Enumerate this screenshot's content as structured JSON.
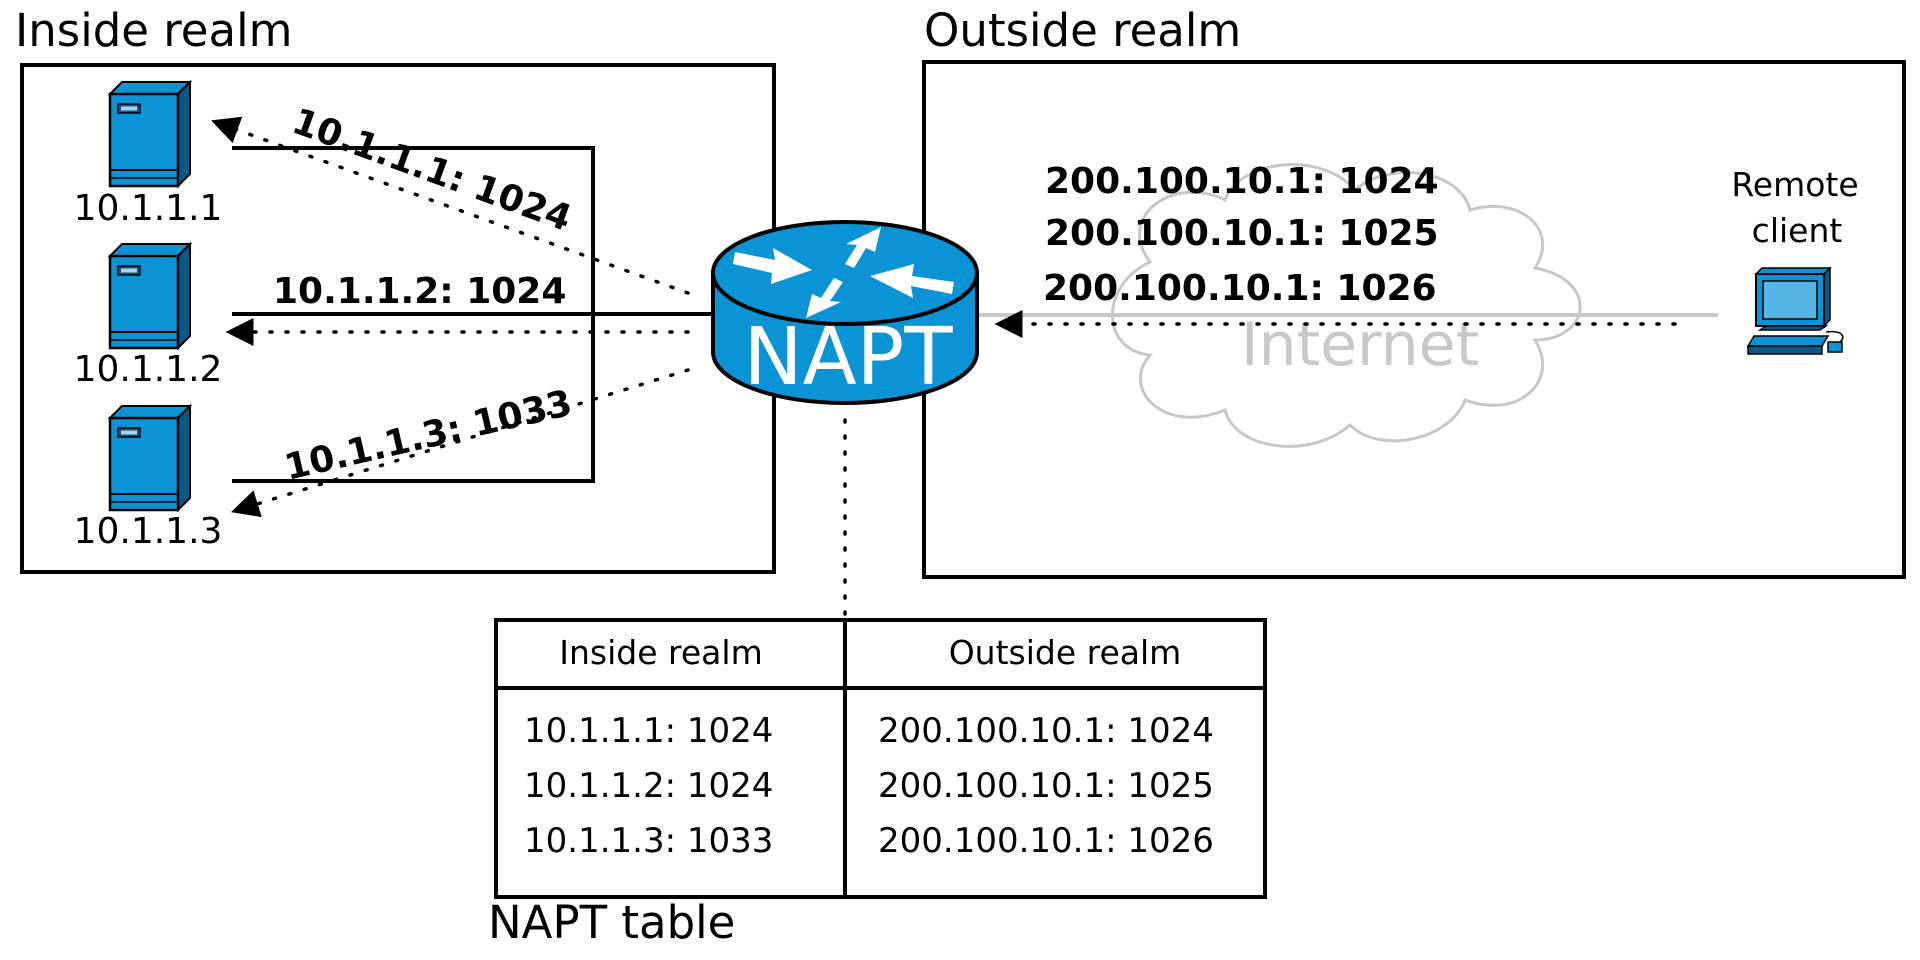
{
  "inside_realm": {
    "title": "Inside realm",
    "hosts": [
      {
        "label": "10.1.1.1",
        "flow": "10.1.1.1: 1024"
      },
      {
        "label": "10.1.1.2",
        "flow": "10.1.1.2: 1024"
      },
      {
        "label": "10.1.1.3",
        "flow": "10.1.1.3: 1033"
      }
    ]
  },
  "outside_realm": {
    "title": "Outside realm",
    "mappings": [
      "200.100.10.1: 1024",
      "200.100.10.1: 1025",
      "200.100.10.1: 1026"
    ],
    "internet_label": "Internet",
    "remote_client_label": [
      "Remote",
      "client"
    ]
  },
  "router": {
    "label": "NAPT",
    "icon": "router-icon"
  },
  "napt_table": {
    "caption": "NAPT table",
    "headers": [
      "Inside realm",
      "Outside realm"
    ],
    "rows": [
      [
        "10.1.1.1: 1024",
        "200.100.10.1: 1024"
      ],
      [
        "10.1.1.2: 1024",
        "200.100.10.1: 1025"
      ],
      [
        "10.1.1.3: 1033",
        "200.100.10.1: 1026"
      ]
    ]
  },
  "colors": {
    "device_blue": "#0a94d6",
    "device_dark": "#075a86",
    "cloud_gray": "#c8c8c8",
    "line": "#000000"
  }
}
